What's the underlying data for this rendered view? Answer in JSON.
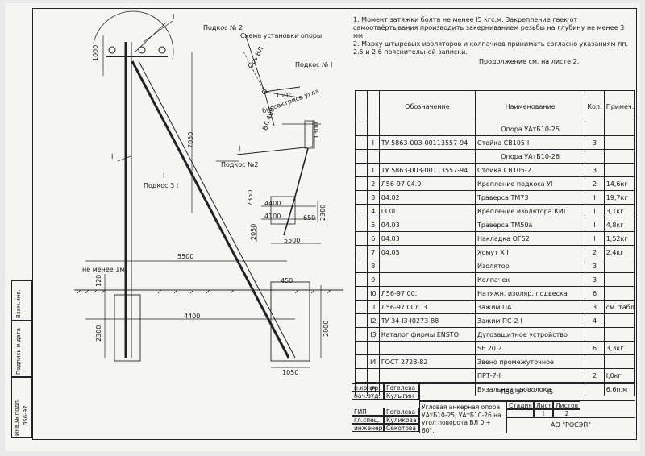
{
  "notes": {
    "n1": "1. Момент затяжки болта не менее I5 кгс.м. Закрепление гаек от самоотвёртывания производить закерниванием резьбы на глубину не менее 3 мм.",
    "n2": "2. Марку штыревых изоляторов и колпачков принимать согласно указаниям пп. 2.5 и 2.6 пояснительной записки.",
    "continued": "Продолжение см. на листе 2."
  },
  "drawing": {
    "label_I_top": "I",
    "label_podkos2": "Подкос № 2",
    "label_scheme": "Схема установки опоры",
    "label_os_vl": "Ось ВЛ",
    "label_podkos1": "Подкос № I",
    "label_bissektrisa": "биссектриса угла",
    "label_angle": "150°",
    "label_vl400": "ВЛ 400",
    "label_I_mid": "I",
    "label_podkos2_b": "Подкос №2",
    "label_I_left": "I",
    "label_I_pole": "I",
    "label_podkos3": "Подкос 3 I",
    "label_ne_menee": "не менее 1м",
    "dim_1000": "1000",
    "dim_7050": "7050",
    "dim_1300": "1300",
    "dim_2350": "2350",
    "dim_4400a": "4400",
    "dim_4100": "4100",
    "dim_2300a": "2300",
    "dim_2050": "2050",
    "dim_5500a": "5500",
    "dim_5500b": "5500",
    "dim_650": "650",
    "dim_450": "450",
    "dim_4400b": "4400",
    "dim_2300b": "2300",
    "dim_2000": "2000",
    "dim_1050": "1050",
    "dim_120": "120"
  },
  "table": {
    "headers": [
      "Обозначение",
      "Наименование",
      "Кол.",
      "Примеч."
    ],
    "group1": "Опора УАтБ10-25",
    "group2": "Опора УАтБ10-26",
    "rows": [
      {
        "pos": "I",
        "des": "ТУ 5863-003-00113557-94",
        "name": "Стойка СВ105-I",
        "qty": "3",
        "note": ""
      },
      {
        "pos": "I",
        "des": "ТУ 5863-003-00113557-94",
        "name": "Стойка СВ105-2",
        "qty": "3",
        "note": ""
      },
      {
        "pos": "2",
        "des": "Л56-97 04.0I",
        "name": "Крепление подкоса УI",
        "qty": "2",
        "note": "14,6кг"
      },
      {
        "pos": "3",
        "des": "04.02",
        "name": "Траверса ТМ73",
        "qty": "I",
        "note": "19,7кг"
      },
      {
        "pos": "4",
        "des": "I3.0I",
        "name": "Крепление изолятора КИI",
        "qty": "I",
        "note": "3,1кг"
      },
      {
        "pos": "5",
        "des": "04.03",
        "name": "Траверса ТМ50а",
        "qty": "I",
        "note": "4,8кг"
      },
      {
        "pos": "6",
        "des": "04.03",
        "name": "Накладка ОГ52",
        "qty": "I",
        "note": "1,52кг"
      },
      {
        "pos": "7",
        "des": "04.05",
        "name": "Хомут Х I",
        "qty": "2",
        "note": "2,4кг"
      },
      {
        "pos": "8",
        "des": "",
        "name": "Изолятор",
        "qty": "3",
        "note": ""
      },
      {
        "pos": "9",
        "des": "",
        "name": "Колпачек",
        "qty": "3",
        "note": ""
      },
      {
        "pos": "I0",
        "des": "Л56-97   00.I",
        "name": "Натяжн. изоляр. подвеска",
        "qty": "6",
        "note": ""
      },
      {
        "pos": "II",
        "des": "Л56-97 0I л. 3",
        "name": "Зажим ПА",
        "qty": "3",
        "note": "см. табл."
      },
      {
        "pos": "I2",
        "des": "ТУ 34-I3-I0273-88",
        "name": "Зажим ПС-2-I",
        "qty": "4",
        "note": ""
      },
      {
        "pos": "I3",
        "des": "Каталог фирмы ENSTO",
        "name": "Дугозащитное устройство",
        "qty": "",
        "note": ""
      },
      {
        "pos": "",
        "des": "",
        "name": "SE 20.2",
        "qty": "6",
        "note": "3,3кг"
      },
      {
        "pos": "I4",
        "des": "ГОСТ 2728-82",
        "name": "Звено промежуточное",
        "qty": "",
        "note": ""
      },
      {
        "pos": "",
        "des": "",
        "name": "ПРТ-7-I",
        "qty": "2",
        "note": "I,0кг"
      },
      {
        "pos": "I5",
        "des": "",
        "name": "Вязальная проволока",
        "qty": "",
        "note": "6,6п.м"
      }
    ]
  },
  "titleblock": {
    "r1_role": "н.контр.",
    "r1_name": "Гоголева",
    "r2_role": "нач.отд.",
    "r2_name": "Кулыгин",
    "r3_role": "ГИП",
    "r3_name": "Гоголева",
    "r4_role": "гл.спец.",
    "r4_name": "Куликова",
    "r5_role": "инженер",
    "r5_name": "Сёкотова",
    "code": "Л56-97",
    "code_sheet": "I5",
    "title": "Угловая анкерная опора УАтБ10-25, УАтБ10-26 на угол поворота ВЛ 0 ÷ 60°.",
    "h_stage": "Стадия",
    "h_sheet": "Лист",
    "h_sheets": "Листов",
    "v_sheet": "I",
    "v_sheets": "2",
    "org": "АО \"РОСЭП\""
  },
  "sidestamp": {
    "inv": "Инв.№ подл.",
    "sign": "Подпись и дата",
    "vzam": "Взам.инв.",
    "code": "Л56-97"
  }
}
